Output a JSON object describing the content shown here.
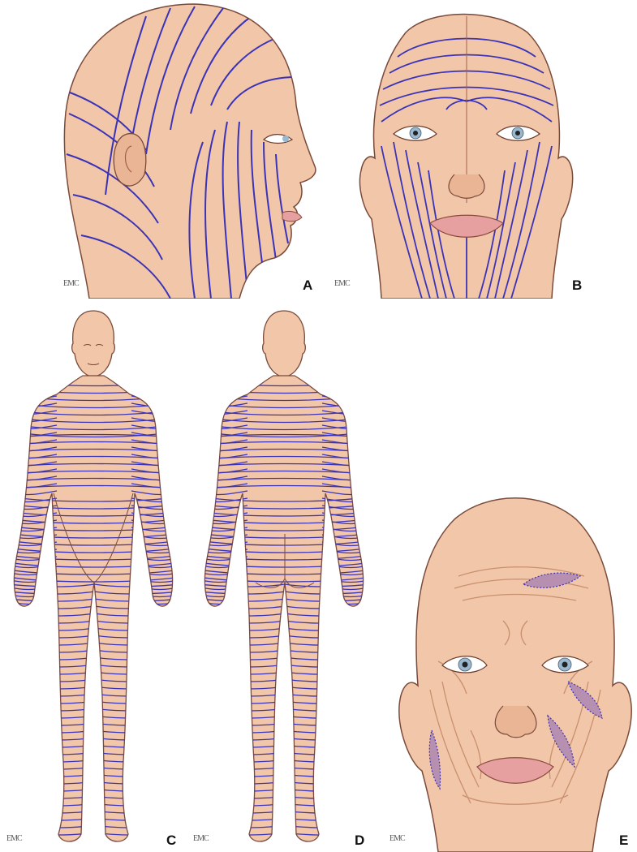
{
  "panels": {
    "a": {
      "label": "A",
      "watermark": "EMC"
    },
    "b": {
      "label": "B",
      "watermark": "EMC"
    },
    "c": {
      "label": "C",
      "watermark": "EMC"
    },
    "d": {
      "label": "D",
      "watermark": "EMC"
    },
    "e": {
      "label": "E",
      "watermark": "EMC"
    }
  },
  "colors": {
    "skin": "#f2c6a8",
    "skin_shadow": "#e2a985",
    "outline": "#7a4a3a",
    "lines": "#3a33b8",
    "excision": "#b78fb0"
  }
}
